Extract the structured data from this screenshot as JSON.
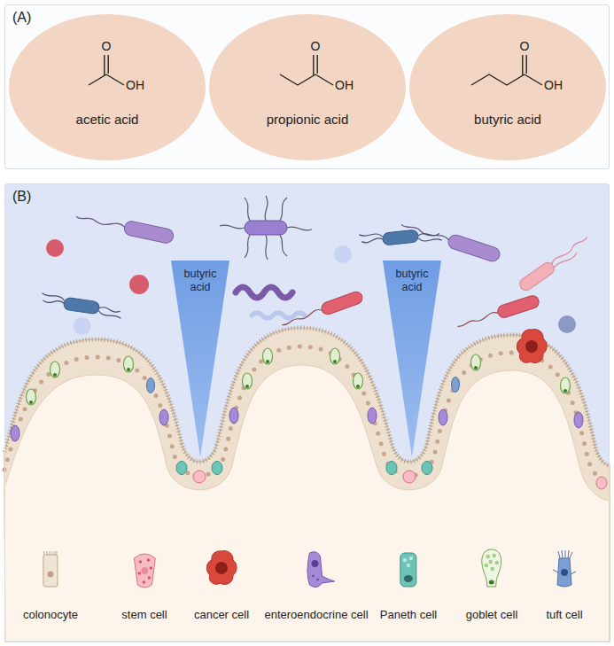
{
  "diagram": {
    "nodes": [
      {
        "text": [
          "(A)"
        ]
      },
      {
        "text": [
          "O",
          "OH",
          "acetic acid"
        ],
        "in": 0
      },
      {
        "text": [
          "O",
          "OH",
          "propionic acid"
        ],
        "in": 0
      },
      {
        "text": [
          "O",
          "OH",
          "butyric acid"
        ],
        "in": 0
      },
      {
        "text": [
          "(B)"
        ]
      },
      {
        "text": [
          "butyric acid"
        ],
        "in": 4
      },
      {
        "text": [
          "butyric acid"
        ],
        "in": 4
      }
    ],
    "legend": [
      {
        "text": "colonocyte"
      },
      {
        "text": "stem cell"
      },
      {
        "text": "cancer cell"
      },
      {
        "text": "enteroendocrine cell"
      },
      {
        "text": "Paneth cell"
      },
      {
        "text": "goblet cell"
      },
      {
        "text": "tuft cell"
      }
    ]
  }
}
